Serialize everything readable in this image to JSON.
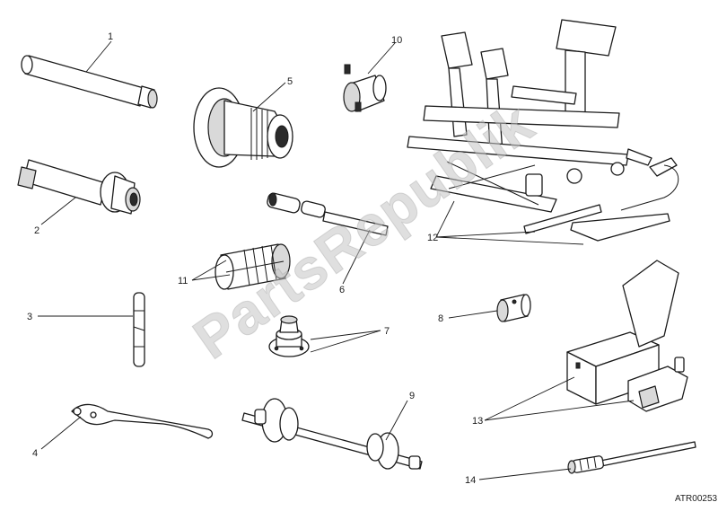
{
  "diagram": {
    "watermark": "PartsRepublik",
    "drawing_code": "ATR00253",
    "callouts": [
      "1",
      "2",
      "3",
      "4",
      "5",
      "6",
      "7",
      "8",
      "9",
      "10",
      "11",
      "12",
      "13",
      "14"
    ]
  }
}
